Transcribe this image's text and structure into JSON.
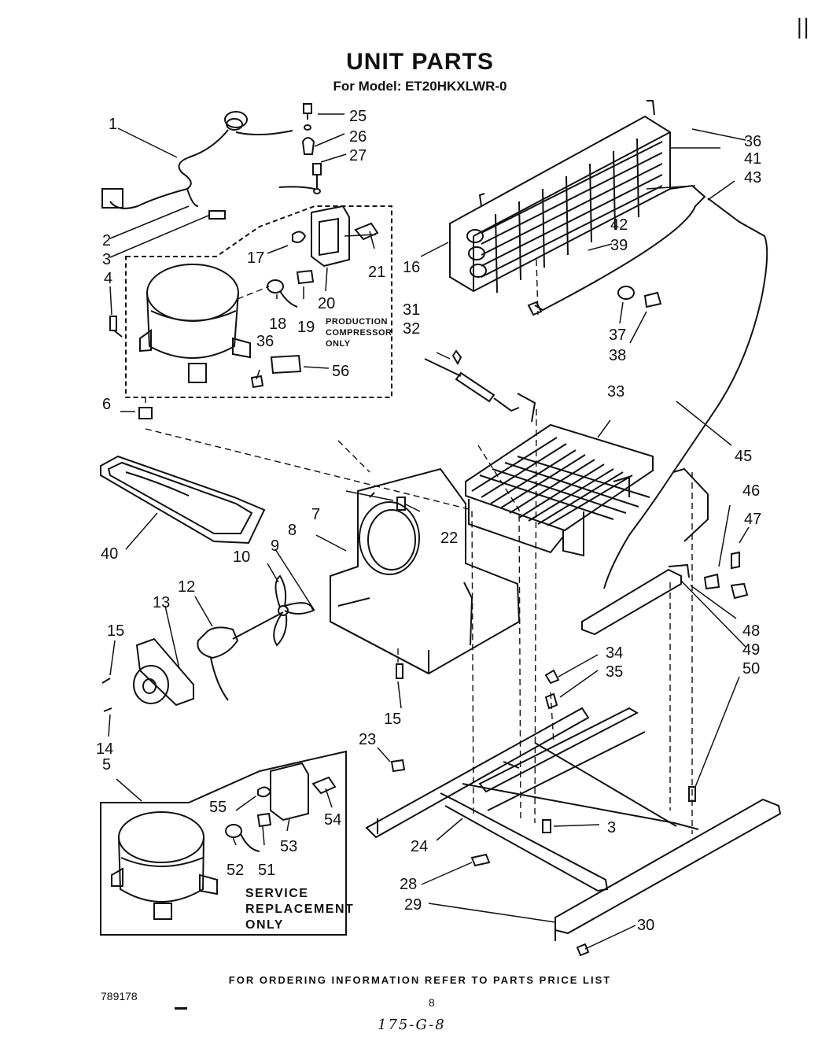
{
  "header": {
    "corner_mark": "||",
    "title": "UNIT PARTS",
    "subtitle": "For Model: ET20HKXLWR-0"
  },
  "callouts": [
    "1",
    "2",
    "3",
    "4",
    "5",
    "6",
    "7",
    "8",
    "9",
    "10",
    "12",
    "13",
    "14",
    "15",
    "16",
    "17",
    "18",
    "19",
    "20",
    "21",
    "22",
    "23",
    "24",
    "25",
    "26",
    "27",
    "28",
    "29",
    "30",
    "31",
    "32",
    "33",
    "34",
    "35",
    "36",
    "37",
    "38",
    "39",
    "40",
    "41",
    "42",
    "43",
    "45",
    "46",
    "47",
    "48",
    "49",
    "50",
    "51",
    "52",
    "53",
    "54",
    "55",
    "56"
  ],
  "notes": {
    "production": [
      "PRODUCTION",
      "COMPRESSOR",
      "ONLY"
    ],
    "service": [
      "SERVICE",
      "REPLACEMENT",
      "ONLY"
    ]
  },
  "footer": {
    "ordering": "FOR ORDERING INFORMATION REFER TO PARTS PRICE LIST",
    "doc_code": "789178",
    "page_number": "8",
    "handwritten": "175-G-8"
  },
  "colors": {
    "ink": "#111111",
    "paper": "#ffffff"
  }
}
